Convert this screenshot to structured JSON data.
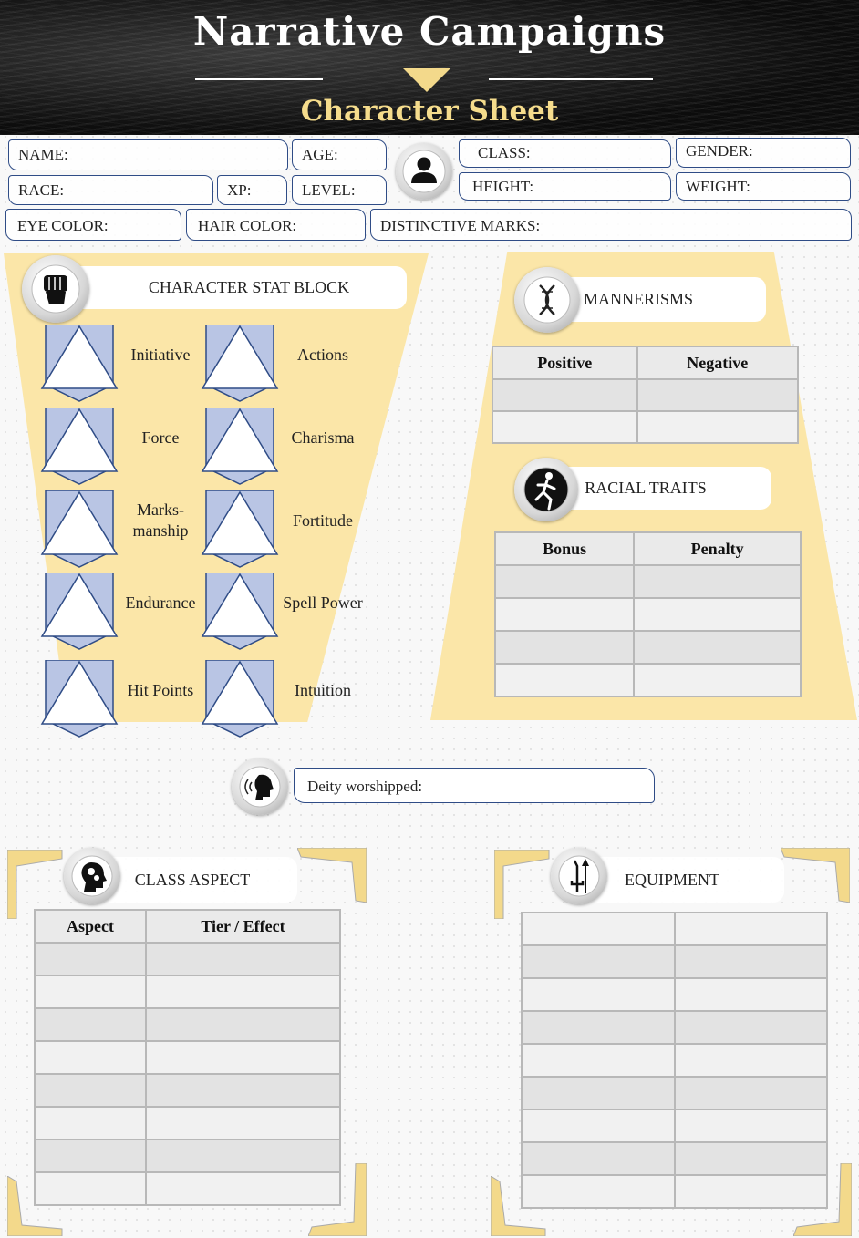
{
  "header": {
    "title": "Narrative Campaigns",
    "subtitle": "Character Sheet"
  },
  "fields": {
    "name": "NAME:",
    "age": "AGE:",
    "class": "CLASS:",
    "gender": "GENDER:",
    "race": "RACE:",
    "xp": "XP:",
    "level": "LEVEL:",
    "height": "HEIGHT:",
    "weight": "WEIGHT:",
    "eye_color": "EYE COLOR:",
    "hair_color": "HAIR COLOR:",
    "distinctive_marks": "DISTINCTIVE MARKS:"
  },
  "stat_block": {
    "title": "CHARACTER STAT BLOCK",
    "icon": "fist-icon",
    "left": [
      "Initiative",
      "Force",
      "Marks-\nmanship",
      "Endurance",
      "Hit Points"
    ],
    "right": [
      "Actions",
      "Charisma",
      "Fortitude",
      "Spell Power",
      "Intuition"
    ]
  },
  "mannerisms": {
    "title": "MANNERISMS",
    "icon": "dna-icon",
    "columns": [
      "Positive",
      "Negative"
    ]
  },
  "racial_traits": {
    "title": "RACIAL TRAITS",
    "icon": "runner-icon",
    "columns": [
      "Bonus",
      "Penalty"
    ]
  },
  "deity": {
    "label": "Deity worshipped:",
    "icon": "speaking-head-icon"
  },
  "class_aspect": {
    "title": "CLASS ASPECT",
    "icon": "head-gears-icon",
    "columns": [
      "Aspect",
      "Tier / Effect"
    ]
  },
  "equipment": {
    "title": "EQUIPMENT",
    "icon": "weapons-icon"
  },
  "colors": {
    "panel_yellow": "#fbe6a8",
    "border_blue": "#2f4c86",
    "shield_blue": "#b9c5e4",
    "title_gold": "#f5dc8c"
  }
}
